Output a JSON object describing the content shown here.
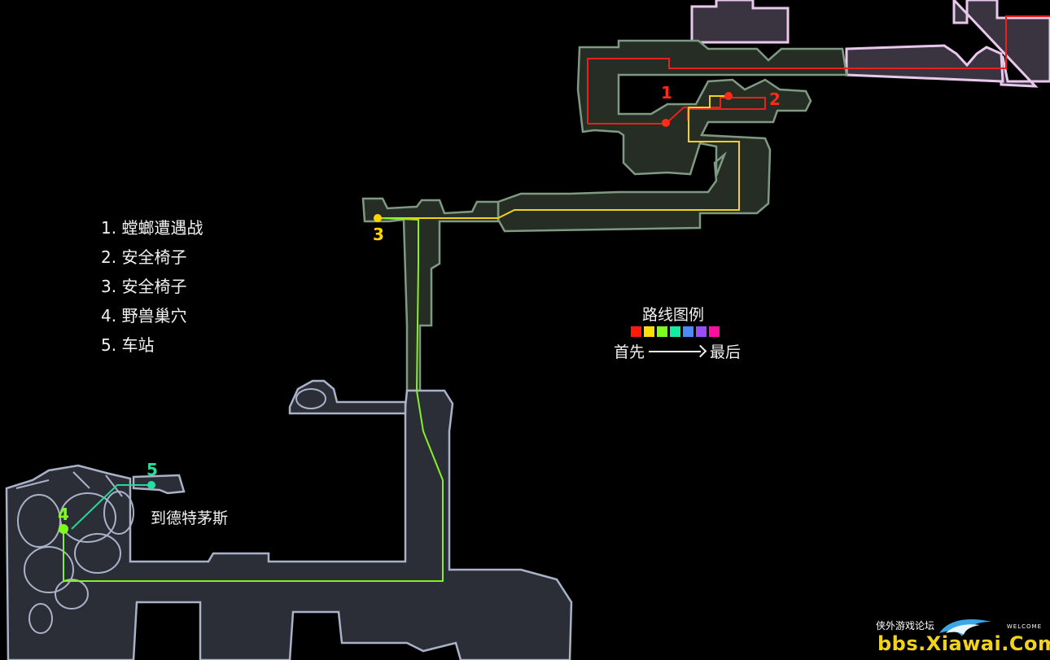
{
  "legend": {
    "items": [
      "1. 螳螂遭遇战",
      "2. 安全椅子",
      "3. 安全椅子",
      "4. 野兽巢穴",
      "5. 车站"
    ]
  },
  "pins": [
    {
      "label": "1",
      "color": "#ff2a1a"
    },
    {
      "label": "2",
      "color": "#ff2a1a"
    },
    {
      "label": "3",
      "color": "#ffd400"
    },
    {
      "label": "4",
      "color": "#7dfc1e"
    },
    {
      "label": "5",
      "color": "#22e0a0"
    }
  ],
  "destination_label": "到德特茅斯",
  "route_legend": {
    "title": "路线图例",
    "colors": [
      "#ff1a0a",
      "#ffe000",
      "#7cff1e",
      "#10f0a0",
      "#4a8cff",
      "#9a4cff",
      "#ff10a0"
    ],
    "first_label": "首先",
    "last_label": "最后"
  },
  "watermark": {
    "small_text": "侠外游戏论坛",
    "welcome": "WELCOME",
    "site": "bbs.Xiawai.Com"
  },
  "colors": {
    "route_red": "#e6231a",
    "route_yellow": "#f2d21a",
    "route_green": "#86f026",
    "route_teal": "#22d89a",
    "area_green_fill": "#262d25",
    "area_green_edge": "#7f9a82",
    "area_gray_fill": "#2b2e37",
    "area_gray_edge": "#aab2c8",
    "area_pink_fill": "#3a3340",
    "area_pink_edge": "#e8c8ec"
  }
}
